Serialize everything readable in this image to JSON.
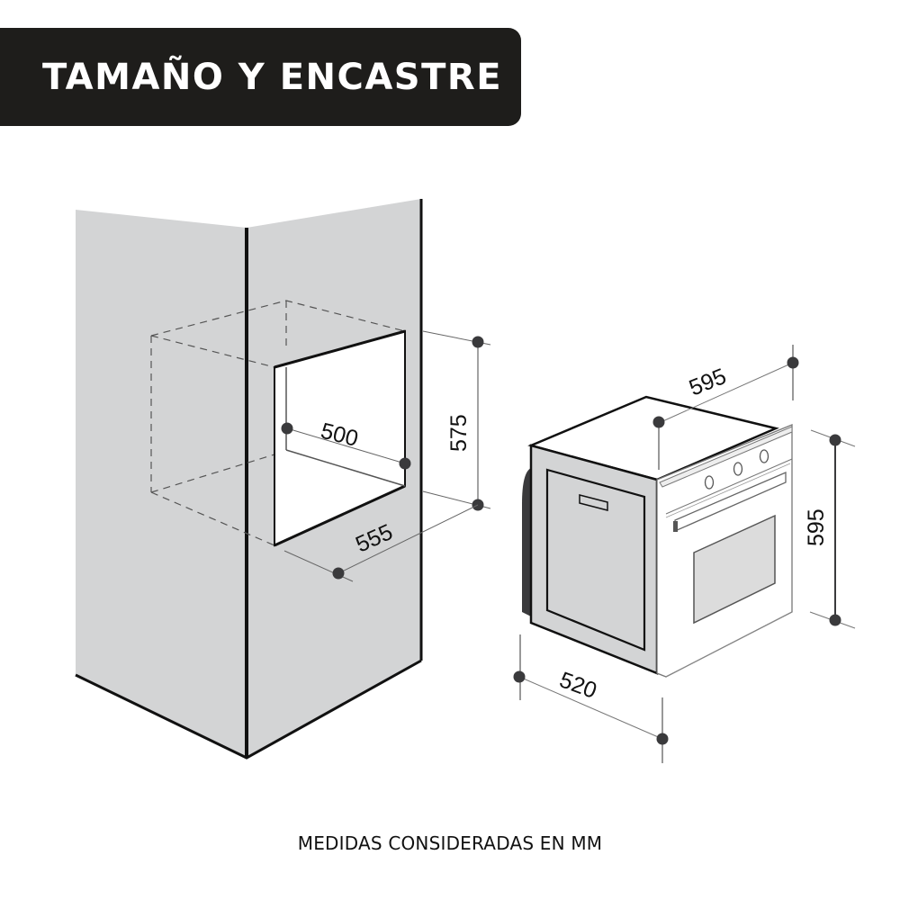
{
  "header": {
    "title": "TAMAÑO Y ENCASTRE"
  },
  "footer": {
    "note": "MEDIDAS CONSIDERADAS EN MM"
  },
  "cabinet": {
    "niche_depth_inner": "500",
    "niche_height": "575",
    "niche_width": "555"
  },
  "oven": {
    "width": "595",
    "height": "595",
    "depth": "520"
  },
  "colors": {
    "banner": "#1e1d1b",
    "panel_gray": "#d3d4d5",
    "line": "#111111",
    "dimension_dot": "#3a3a3c"
  }
}
